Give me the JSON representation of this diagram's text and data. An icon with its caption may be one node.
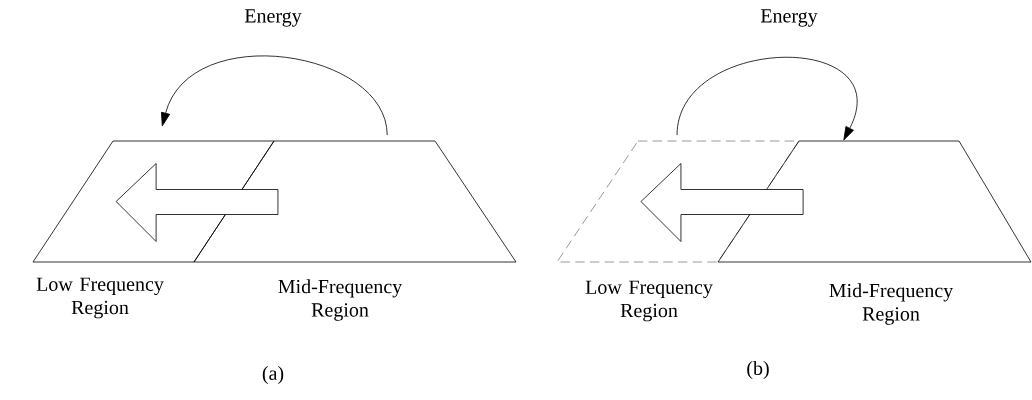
{
  "diagram": {
    "nodes": [
      {
        "text": [
          "Low Frequency Region"
        ]
      },
      {
        "text": [
          "Mid-Frequency Region"
        ]
      },
      {
        "text": [
          "Low Frequency Region"
        ]
      },
      {
        "text": [
          "Mid-Frequency Region"
        ]
      }
    ],
    "edges": [
      {
        "from": 1,
        "to": 0,
        "arrow": "to",
        "label": "Energy"
      },
      {
        "from": 2,
        "to": 3,
        "arrow": "to",
        "label": "Energy"
      },
      {
        "from": 1,
        "to": 0,
        "arrow": "to"
      },
      {
        "from": 3,
        "to": 2,
        "arrow": "to"
      }
    ],
    "labels": [
      "(a)",
      "(b)"
    ]
  }
}
